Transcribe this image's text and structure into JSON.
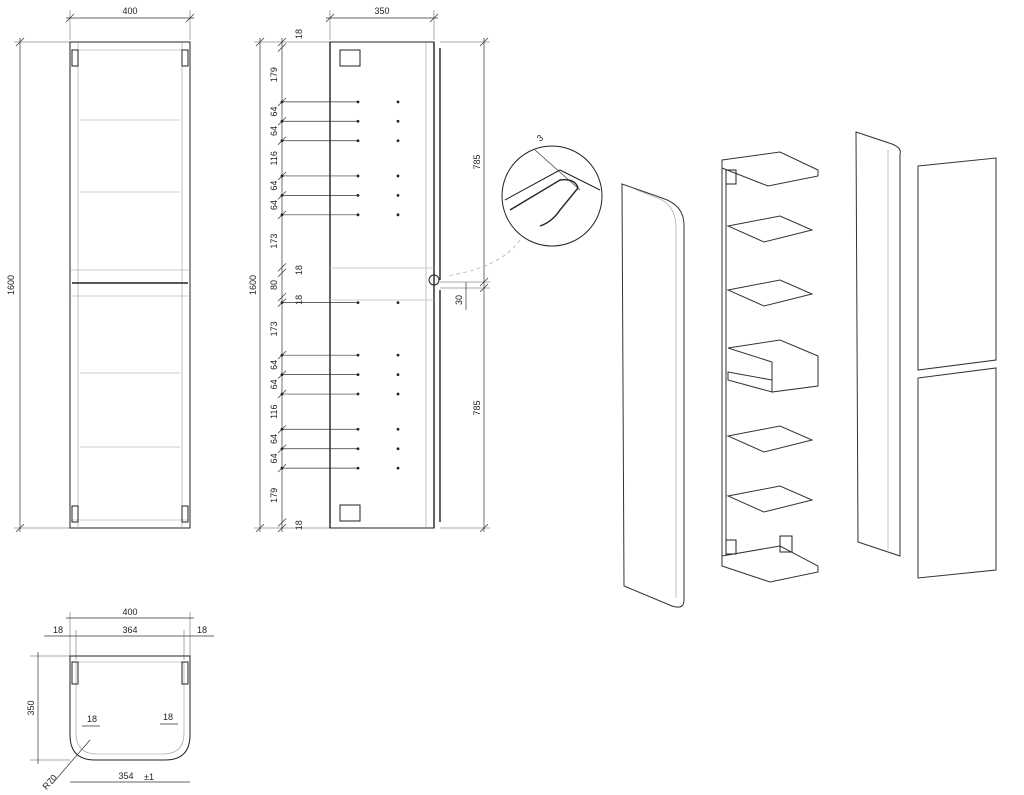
{
  "front_view": {
    "width_label": "400",
    "height_label": "1600"
  },
  "side_view": {
    "depth_label": "350",
    "height_label": "1600",
    "upper_door_label": "785",
    "lower_door_label": "785",
    "gap_label": "30",
    "vertical_dims": [
      "18",
      "179",
      "64",
      "64",
      "116",
      "64",
      "64",
      "173",
      "18",
      "80",
      "18",
      "173",
      "64",
      "64",
      "116",
      "64",
      "64",
      "179",
      "18"
    ]
  },
  "detail": {
    "gap_label": "3"
  },
  "plan_view": {
    "width_label": "400",
    "inner_label": "364",
    "left_panel_label": "18",
    "right_panel_label": "18",
    "depth_label": "350",
    "inner_left_label": "18",
    "inner_right_label": "18",
    "bottom_label": "354",
    "tolerance_label": "±1",
    "radius_label": "R70"
  }
}
